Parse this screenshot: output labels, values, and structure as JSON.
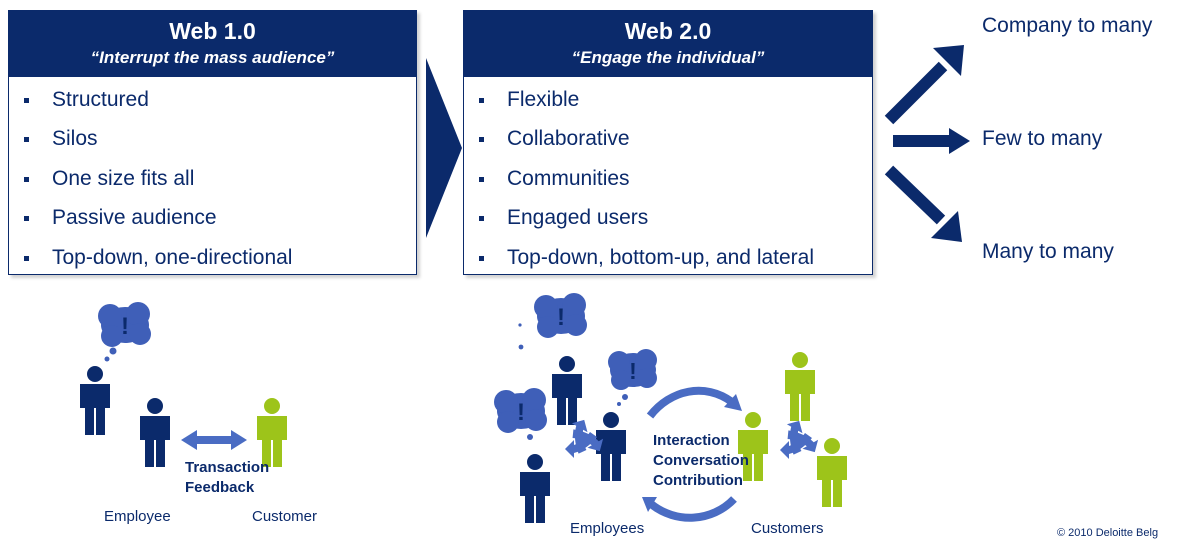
{
  "web1": {
    "title": "Web 1.0",
    "tagline": "“Interrupt the mass audience”",
    "items": [
      "Structured",
      "Silos",
      "One size fits all",
      "Passive audience",
      "Top-down, one-directional"
    ]
  },
  "web2": {
    "title": "Web 2.0",
    "tagline": "“Engage the individual”",
    "items": [
      "Flexible",
      "Collaborative",
      "Communities",
      "Engaged users",
      "Top-down, bottom-up, and lateral"
    ]
  },
  "outcomes": [
    "Company to many",
    "Few to many",
    "Many to many"
  ],
  "left_scene": {
    "exchange_lines": [
      "Transaction",
      "Feedback"
    ],
    "employee_label": "Employee",
    "customer_label": "Customer"
  },
  "right_scene": {
    "interaction_lines": [
      "Interaction",
      "Conversation",
      "Contribution"
    ],
    "employees_label": "Employees",
    "customers_label": "Customers"
  },
  "copyright": "© 2010 Deloitte Belg",
  "colors": {
    "navy": "#0b2a6b",
    "blue": "#1f3d99",
    "mid_blue": "#4a6cc3",
    "cloud": "#3f5fb8",
    "lime": "#9dc41a"
  }
}
